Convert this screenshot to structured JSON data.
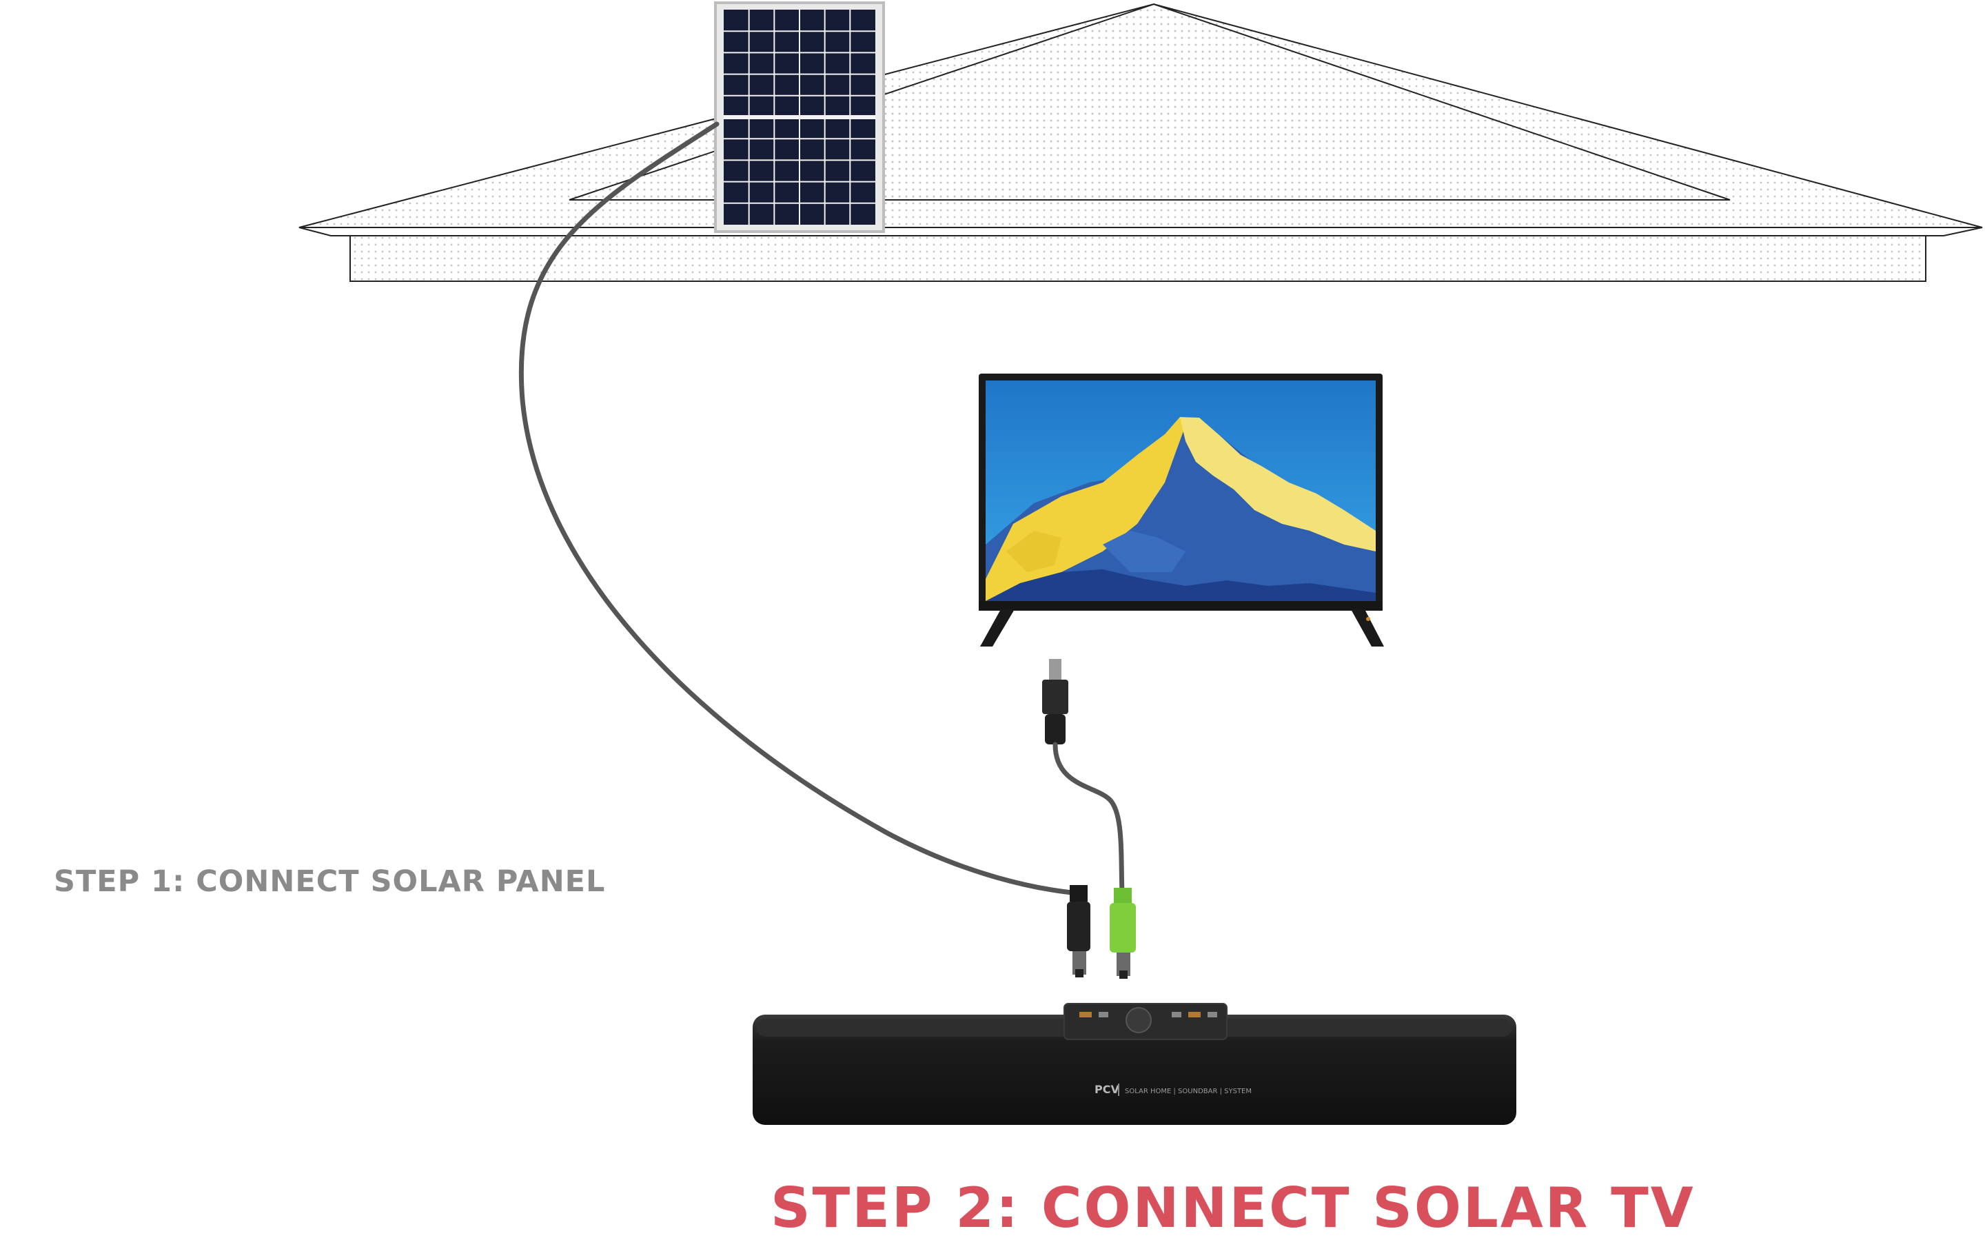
{
  "steps": {
    "step1": "STEP 1: CONNECT SOLAR PANEL",
    "step2": "STEP 2: CONNECT SOLAR TV"
  },
  "soundbar": {
    "brand": "PCV",
    "tagline": "SOLAR HOME | SOUNDBAR | SYSTEM"
  },
  "colors": {
    "step1_text": "#8a8a8a",
    "step2_text": "#d8505c",
    "connector_green": "#7fcf3c",
    "cable": "#555555",
    "panel_cells": "#141a33",
    "soundbar_body": "#1f1f1f"
  },
  "icons": {
    "solar_panel": "solar-panel-icon",
    "house": "house-roof-icon",
    "tv": "tv-icon",
    "soundbar": "soundbar-icon",
    "dc_plug": "dc-plug-icon"
  }
}
